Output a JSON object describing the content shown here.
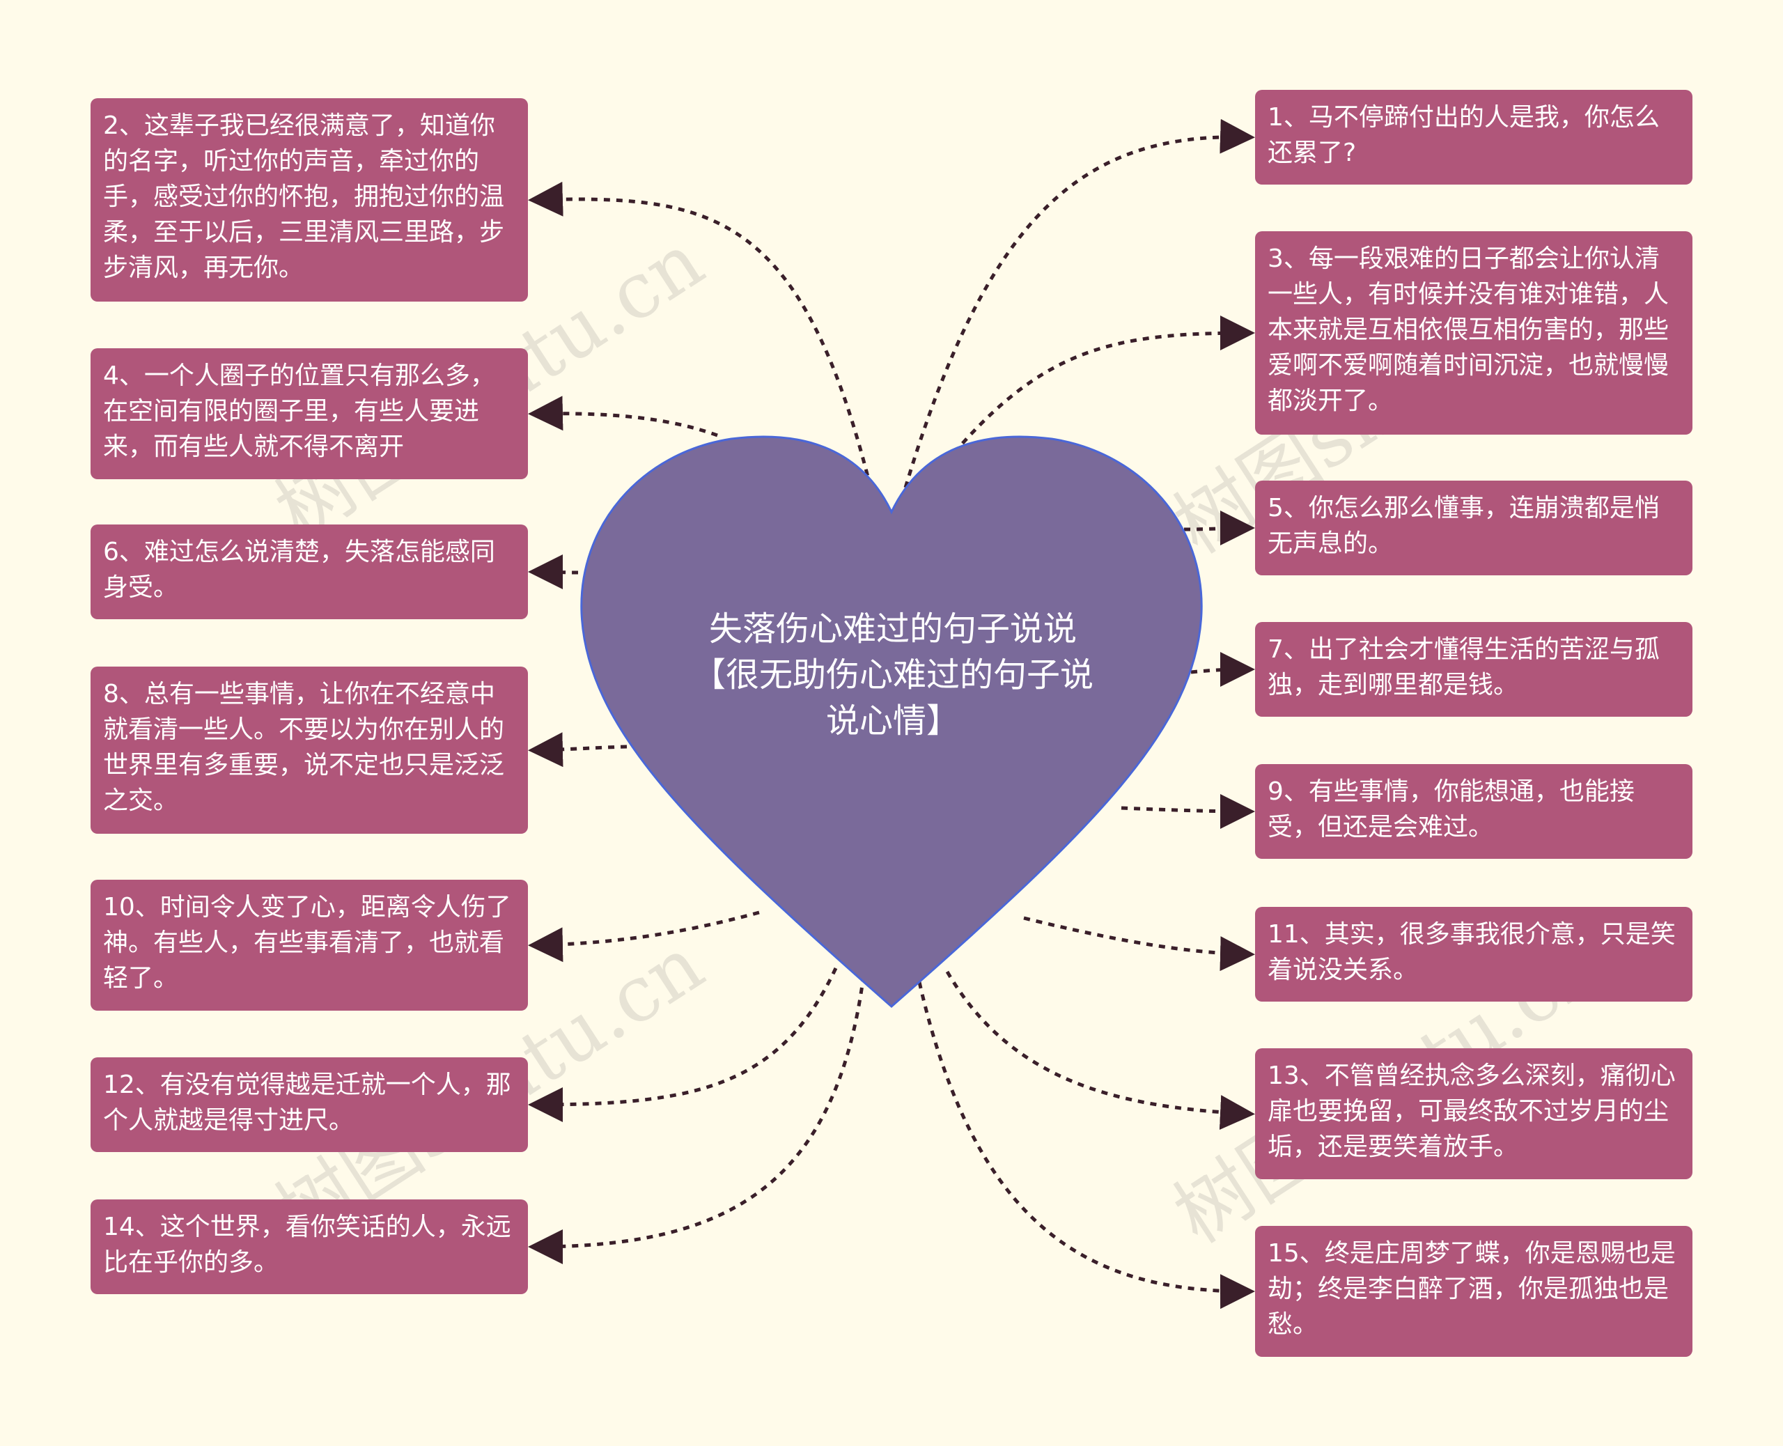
{
  "center": {
    "title": "失落伤心难过的句子说说【很无助伤心难过的句子说说心情】"
  },
  "branches": [
    {
      "id": "b1",
      "side": "right",
      "text": "1、马不停蹄付出的人是我，你怎么还累了?"
    },
    {
      "id": "b2",
      "side": "left",
      "text": "2、这辈子我已经很满意了，知道你的名字，听过你的声音，牵过你的手，感受过你的怀抱，拥抱过你的温柔，至于以后，三里清风三里路，步步清风，再无你。"
    },
    {
      "id": "b3",
      "side": "right",
      "text": "3、每一段艰难的日子都会让你认清一些人，有时候并没有谁对谁错，人本来就是互相依偎互相伤害的，那些爱啊不爱啊随着时间沉淀，也就慢慢都淡开了。"
    },
    {
      "id": "b4",
      "side": "left",
      "text": "4、一个人圈子的位置只有那么多，在空间有限的圈子里，有些人要进来，而有些人就不得不离开"
    },
    {
      "id": "b5",
      "side": "right",
      "text": "5、你怎么那么懂事，连崩溃都是悄无声息的。"
    },
    {
      "id": "b6",
      "side": "left",
      "text": "6、难过怎么说清楚，失落怎能感同身受。"
    },
    {
      "id": "b7",
      "side": "right",
      "text": "7、出了社会才懂得生活的苦涩与孤独，走到哪里都是钱。"
    },
    {
      "id": "b8",
      "side": "left",
      "text": "8、总有一些事情，让你在不经意中就看清一些人。不要以为你在别人的世界里有多重要，说不定也只是泛泛之交。"
    },
    {
      "id": "b9",
      "side": "right",
      "text": "9、有些事情，你能想通，也能接受，但还是会难过。"
    },
    {
      "id": "b10",
      "side": "left",
      "text": "10、时间令人变了心，距离令人伤了神。有些人，有些事看清了，也就看轻了。"
    },
    {
      "id": "b11",
      "side": "right",
      "text": "11、其实，很多事我很介意，只是笑着说没关系。"
    },
    {
      "id": "b12",
      "side": "left",
      "text": "12、有没有觉得越是迁就一个人，那个人就越是得寸进尺。"
    },
    {
      "id": "b13",
      "side": "right",
      "text": "13、不管曾经执念多么深刻，痛彻心扉也要挽留，可最终敌不过岁月的尘垢，还是要笑着放手。"
    },
    {
      "id": "b14",
      "side": "left",
      "text": "14、这个世界，看你笑话的人，永远比在乎你的多。"
    },
    {
      "id": "b15",
      "side": "right",
      "text": "15、终是庄周梦了蝶，你是恩赐也是劫；终是李白醉了酒，你是孤独也是愁。"
    }
  ],
  "watermark": {
    "text": "树图shutu.cn"
  },
  "colors": {
    "background": "#fffbea",
    "heart_fill": "#7a6a9a",
    "heart_stroke": "#4a67d8",
    "node_fill": "#b0567a",
    "node_text": "#ffffff",
    "connector": "#3a1f2a"
  }
}
